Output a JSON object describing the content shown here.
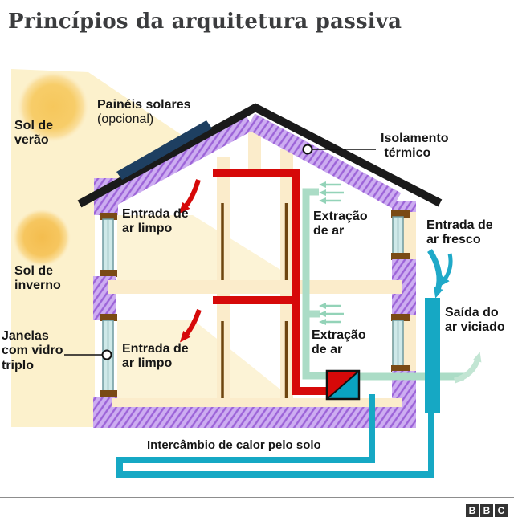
{
  "title": "Princípios da arquitetura passiva",
  "labels": {
    "solar_panels": "Painéis solares",
    "solar_panels_note": "(opcional)",
    "summer_sun": "Sol de\nverão",
    "winter_sun": "Sol de\ninverno",
    "thermal_insulation": "Isolamento\n térmico",
    "clean_air_intake": "Entrada de\nar limpo",
    "air_extraction": "Extração\nde ar",
    "fresh_air_intake": "Entrada de\nar fresco",
    "stale_air_exit": "Saída do\nar viciado",
    "triple_glazed_windows": "Janelas\ncom vidro\ntriplo",
    "ground_heat_exchange": "Intercâmbio de calor pelo solo"
  },
  "colors": {
    "insulation_purple": "#cdadf1",
    "insulation_stripe": "#9c63d8",
    "roof_black": "#1a1a1a",
    "warm_air_red": "#d60909",
    "extract_duct_pale_teal": "#abdcc6",
    "fresh_air_teal": "#16a8c4",
    "sun_yellow": "#f6c75c",
    "sunbeam_yellow": "#fcf1cc",
    "wall_cream": "#fbeccb",
    "window_frame_brown": "#7a4a15",
    "solar_panel_navy": "#1e3f61"
  },
  "footer": {
    "logo_letters": [
      "B",
      "B",
      "C"
    ]
  }
}
